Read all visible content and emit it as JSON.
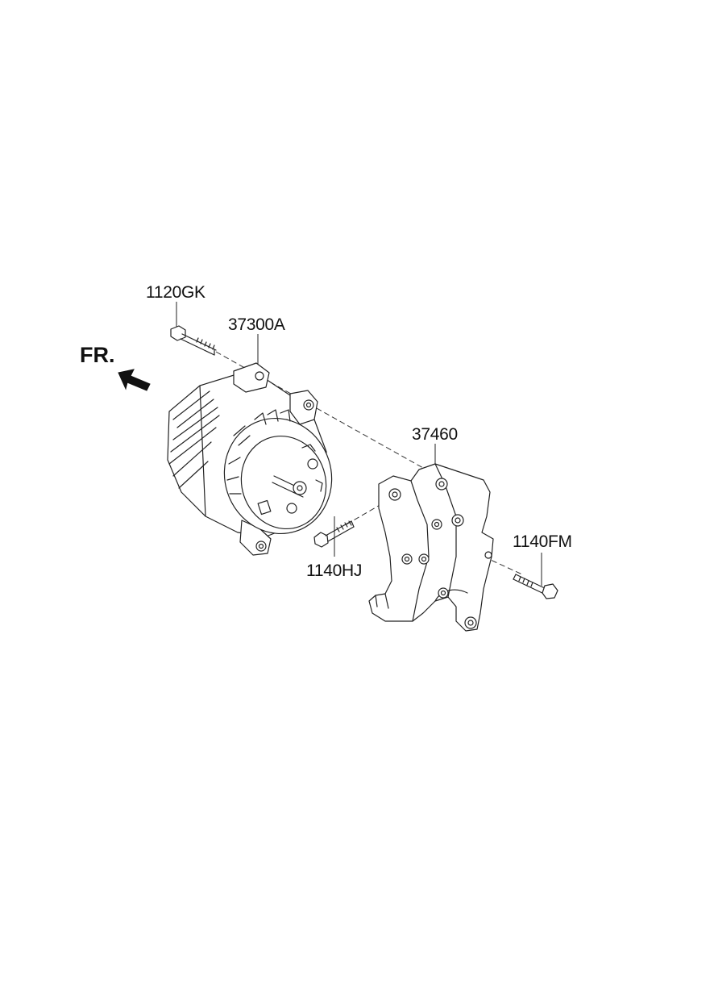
{
  "direction_label": "FR.",
  "parts": {
    "bolt_top": "1120GK",
    "alternator": "37300A",
    "bracket": "37460",
    "bolt_left": "1140HJ",
    "bolt_right": "1140FM"
  },
  "icons": {
    "front_arrow": "arrow-up-left-icon"
  }
}
